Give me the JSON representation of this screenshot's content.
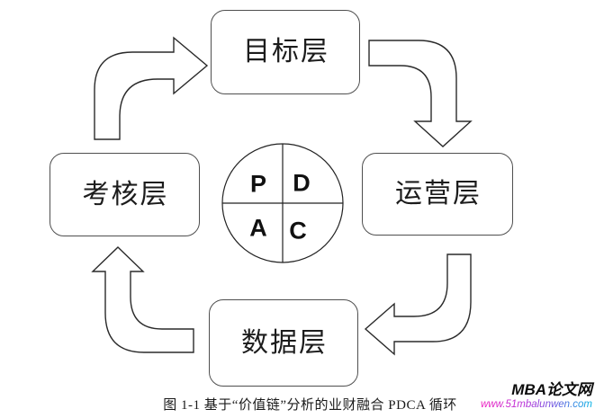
{
  "figure": {
    "caption": "图 1-1  基于“价值链”分析的业财融合 PDCA 循环",
    "nodes": {
      "goal": {
        "label": "目标层"
      },
      "operation": {
        "label": "运营层"
      },
      "data": {
        "label": "数据层"
      },
      "assessment": {
        "label": "考核层"
      }
    },
    "pdca_circle": {
      "plan": "P",
      "do": "D",
      "act": "A",
      "check": "C"
    },
    "colors": {
      "box_border": "#4f4f4f",
      "arrow_outline": "#2a2a2a",
      "circle_outline": "#222222",
      "text": "#1c1c1c",
      "watermark_gradient_start": "#ef1ec0",
      "watermark_gradient_end": "#00b2e4"
    }
  },
  "watermark": {
    "site_name": "MBA论文网",
    "site_url": "www.51mbalunwen.com"
  }
}
